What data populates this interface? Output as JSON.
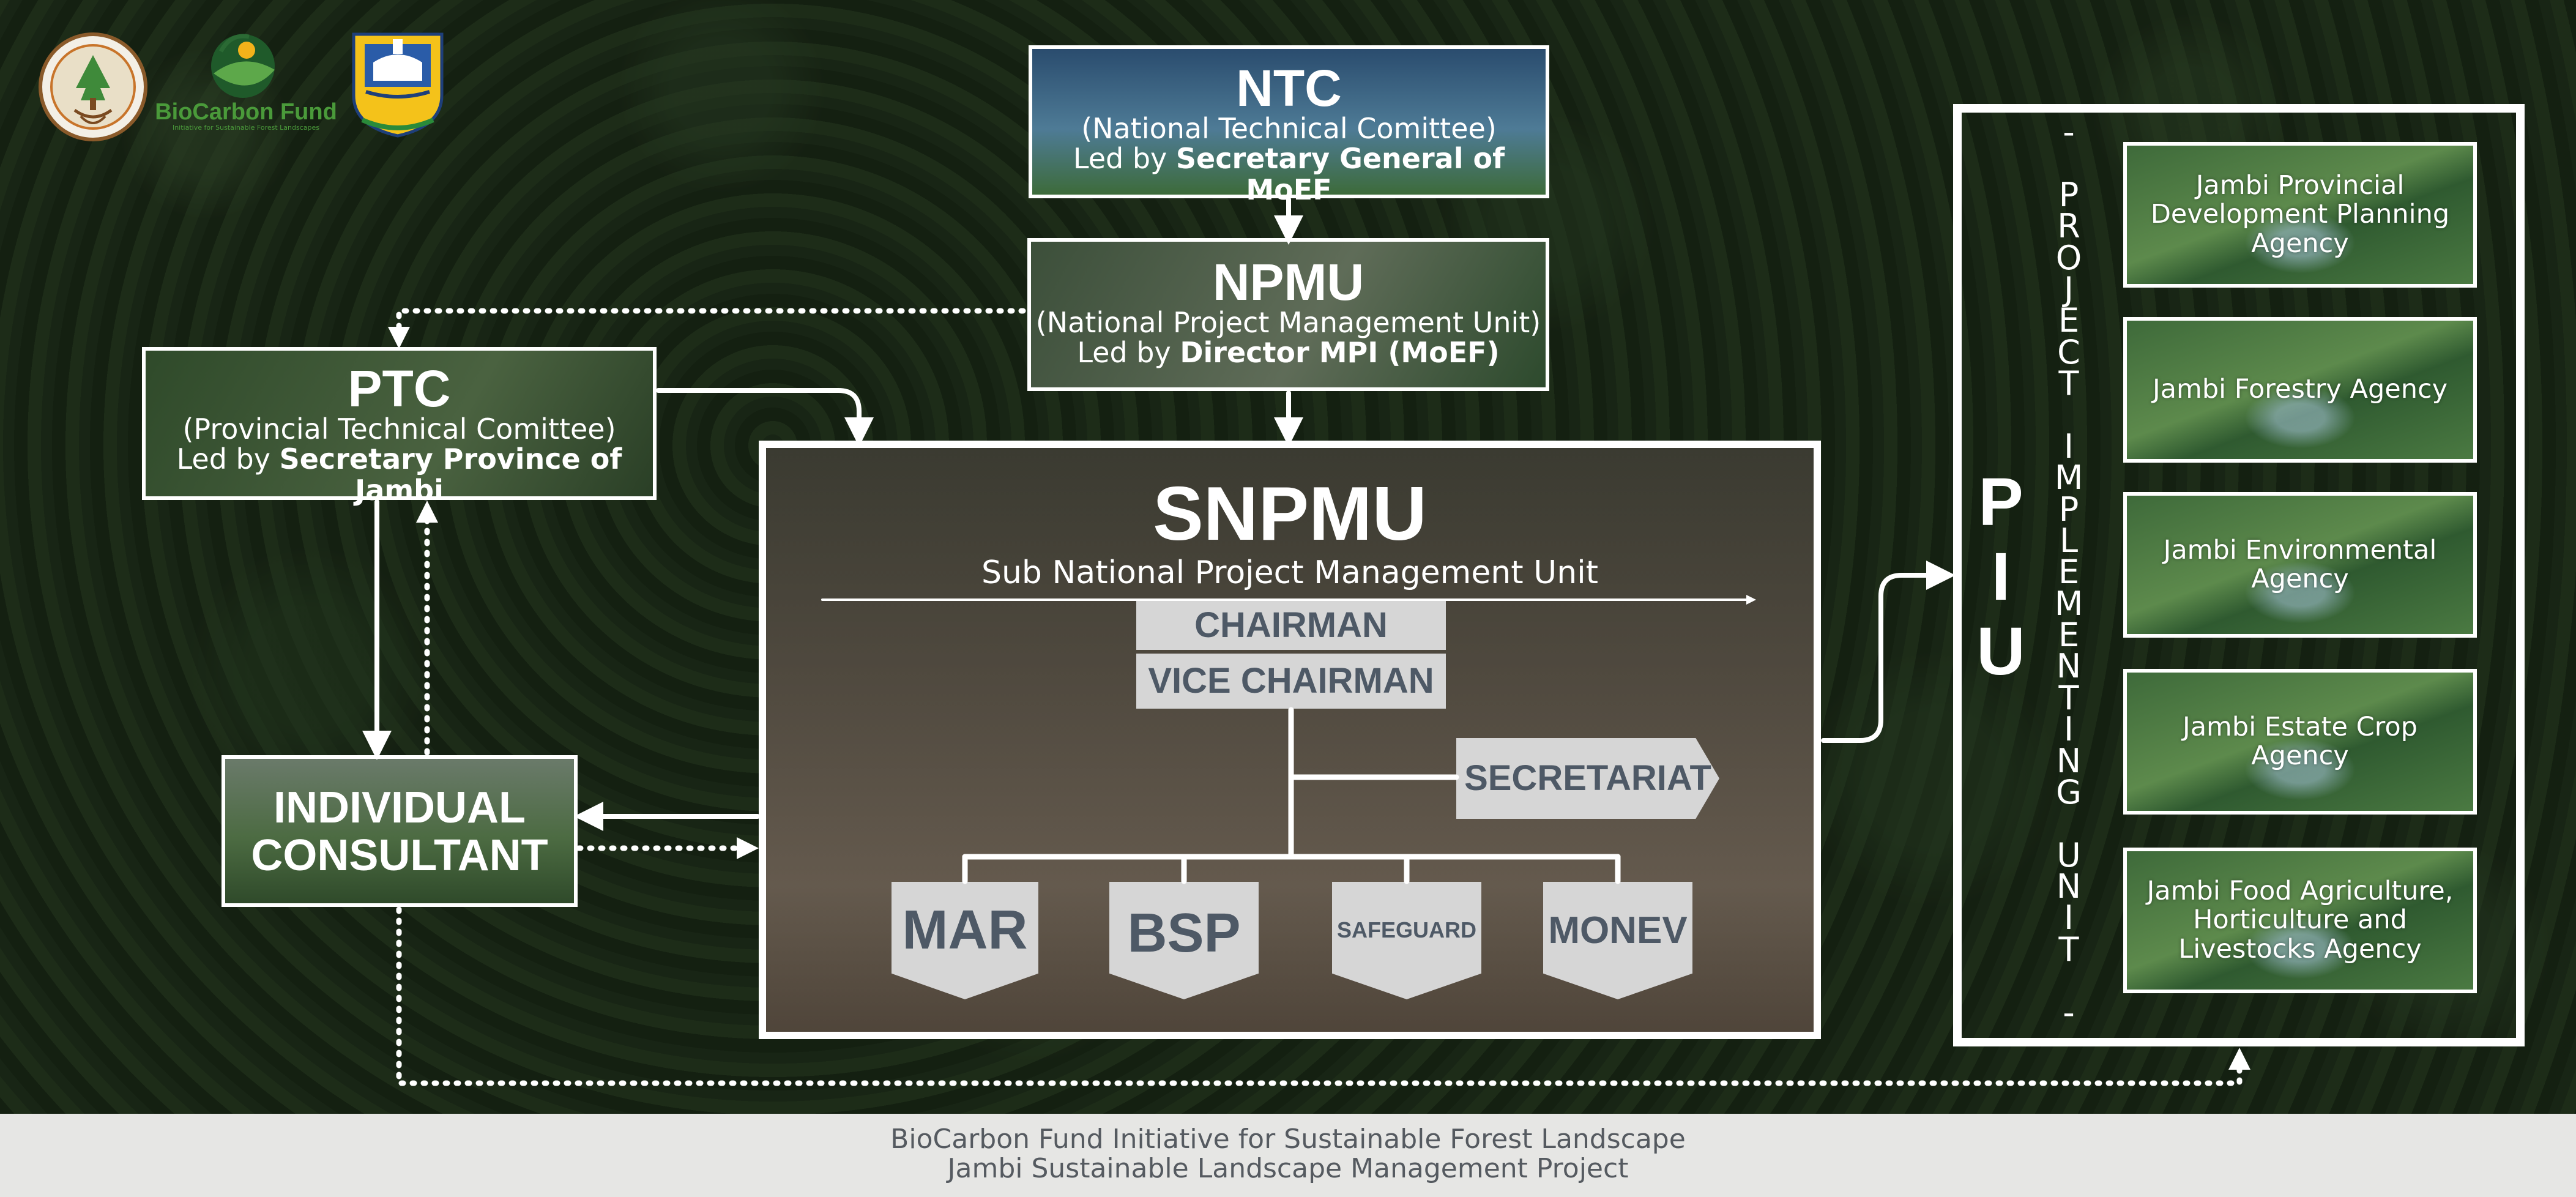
{
  "logos": {
    "ministry": "Ministry of Environment and Forestry logo",
    "biocarbon": "BioCarbon Fund",
    "biocarbon_tagline": "Initiative for Sustainable Forest Landscapes",
    "jambi": "Jambi Province emblem"
  },
  "ntc": {
    "title": "NTC",
    "subtitle": "(National Technical Comittee)",
    "lead_prefix": "Led by ",
    "lead_bold": "Secretary General of MoEF"
  },
  "npmu": {
    "title": "NPMU",
    "subtitle": "(National Project Management Unit)",
    "lead_prefix": "Led by ",
    "lead_bold": "Director MPI (MoEF)"
  },
  "ptc": {
    "title": "PTC",
    "subtitle": "(Provincial Technical Comittee)",
    "lead_prefix": "Led by ",
    "lead_bold": "Secretary Province of Jambi"
  },
  "individual_consultant": {
    "line1": "INDIVIDUAL",
    "line2": "CONSULTANT"
  },
  "snpmu": {
    "title": "SNPMU",
    "subtitle": "Sub National Project Management Unit",
    "chairman": "CHAIRMAN",
    "vice_chairman": "VICE CHAIRMAN",
    "secretariat": "SECRETARIAT",
    "units": [
      "MAR",
      "BSP",
      "SAFEGUARD",
      "MONEV"
    ]
  },
  "piu": {
    "short_letters": [
      "P",
      "I",
      "U"
    ],
    "vertical_label": "- PROJECT IMPLEMENTING UNIT -",
    "agencies": [
      "Jambi Provincial Development Planning Agency",
      "Jambi Forestry Agency",
      "Jambi Environmental Agency",
      "Jambi Estate Crop Agency",
      "Jambi Food Agriculture, Horticulture and Livestocks Agency"
    ]
  },
  "footer": {
    "line1": "BioCarbon Fund Initiative for Sustainable Forest Landscape",
    "line2": "Jambi Sustainable Landscape Management Project"
  },
  "colors": {
    "box_border": "#ffffff",
    "gray_label_bg": "#d6d6d6",
    "gray_label_text": "#4e5966",
    "biocarbon_green": "#4a9a3a",
    "footer_bg": "#e6e6e4",
    "footer_text": "#555a60"
  }
}
